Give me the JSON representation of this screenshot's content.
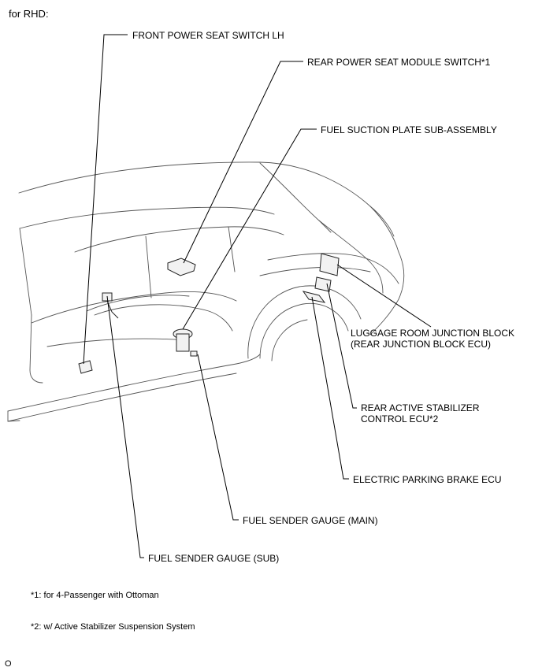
{
  "heading": "for RHD:",
  "labels": {
    "front_power_seat_switch": "FRONT POWER SEAT SWITCH LH",
    "rear_power_seat_module_switch": "REAR POWER SEAT MODULE SWITCH*1",
    "fuel_suction_plate": "FUEL SUCTION PLATE SUB-ASSEMBLY",
    "luggage_room_junction_block_line1": "LUGGAGE ROOM JUNCTION BLOCK",
    "luggage_room_junction_block_line2": "(REAR JUNCTION BLOCK ECU)",
    "rear_active_stabilizer_line1": "REAR ACTIVE STABILIZER",
    "rear_active_stabilizer_line2": "CONTROL ECU*2",
    "electric_parking_brake_ecu": "ELECTRIC PARKING BRAKE ECU",
    "fuel_sender_gauge_main": "FUEL SENDER GAUGE (MAIN)",
    "fuel_sender_gauge_sub": "FUEL SENDER GAUGE (SUB)"
  },
  "notes": {
    "note1": "*1: for 4-Passenger with Ottoman",
    "note2": "*2: w/ Active Stabilizer Suspension System"
  },
  "footer_code": "O"
}
